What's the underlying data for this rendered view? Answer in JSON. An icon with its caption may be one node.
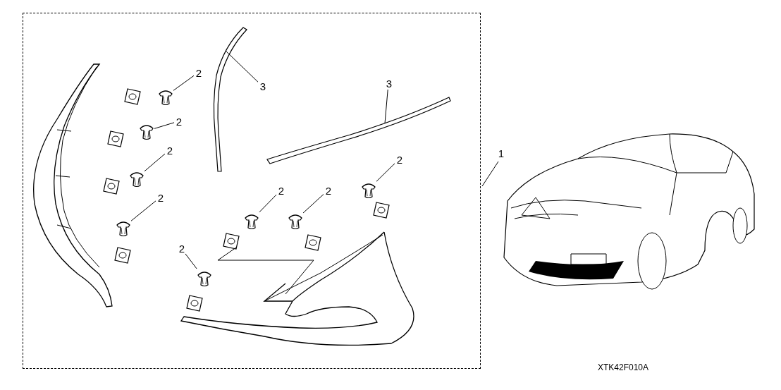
{
  "diagram": {
    "nodes": [
      {
        "text": [],
        "shape": "box"
      },
      {
        "text": [],
        "shape": "picture",
        "in": 0
      },
      {
        "text": [],
        "shape": "picture",
        "in": 0
      },
      {
        "text": [],
        "shape": "picture",
        "in": 0
      },
      {
        "text": [],
        "shape": "picture",
        "in": 0
      },
      {
        "text": [],
        "shape": "picture",
        "in": 0
      },
      {
        "text": [],
        "shape": "picture",
        "in": 0
      },
      {
        "text": [],
        "shape": "picture",
        "in": 0
      },
      {
        "text": [],
        "shape": "picture",
        "in": 0
      },
      {
        "text": [],
        "shape": "picture",
        "in": 0
      },
      {
        "text": [],
        "shape": "picture",
        "in": 0
      },
      {
        "text": [
          "2"
        ],
        "in": 0
      },
      {
        "text": [
          "2"
        ],
        "in": 0
      },
      {
        "text": [
          "2"
        ],
        "in": 0
      },
      {
        "text": [
          "2"
        ],
        "in": 0
      },
      {
        "text": [
          "2"
        ],
        "in": 0
      },
      {
        "text": [
          "2"
        ],
        "in": 0
      },
      {
        "text": [
          "2"
        ],
        "in": 0
      },
      {
        "text": [
          "2"
        ],
        "in": 0
      },
      {
        "text": [
          "3"
        ],
        "in": 0
      },
      {
        "text": [
          "3"
        ],
        "in": 0
      },
      {
        "text": [
          "1"
        ]
      }
    ],
    "edges": [
      {
        "from": 11,
        "to": 1,
        "arrow": "none"
      },
      {
        "from": 12,
        "to": 2,
        "arrow": "none"
      },
      {
        "from": 13,
        "to": 3,
        "arrow": "none"
      },
      {
        "from": 14,
        "to": 4,
        "arrow": "none"
      },
      {
        "from": 15,
        "to": 5,
        "arrow": "none"
      },
      {
        "from": 16,
        "to": 6,
        "arrow": "none"
      },
      {
        "from": 17,
        "to": 7,
        "arrow": "none"
      },
      {
        "from": 18,
        "to": 8,
        "arrow": "none"
      },
      {
        "from": 19,
        "to": 9,
        "arrow": "none"
      },
      {
        "from": 20,
        "to": 10,
        "arrow": "none"
      },
      {
        "from": 21,
        "to": 0,
        "arrow": "none"
      }
    ],
    "labels": [
      "XTK42F010A"
    ]
  }
}
